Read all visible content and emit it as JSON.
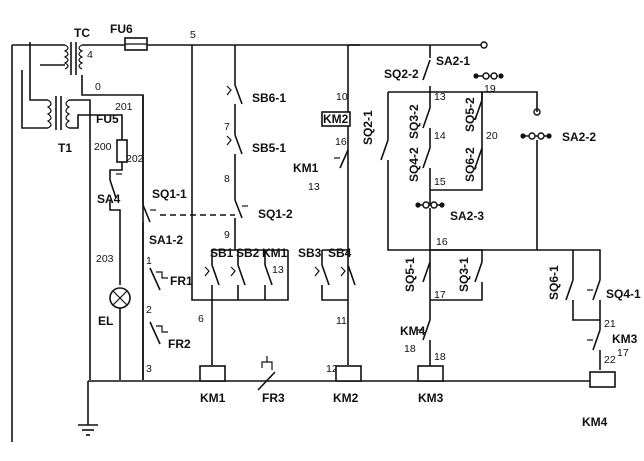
{
  "labels": {
    "tc": "TC",
    "t1": "T1",
    "fu6": "FU6",
    "fu5": "FU5",
    "sa4": "SA4",
    "el": "EL",
    "sa1_2": "SA1-2",
    "fr1": "FR1",
    "fr2": "FR2",
    "sq1_1": "SQ1-1",
    "sq1_2": "SQ1-2",
    "sb6_1": "SB6-1",
    "sb5_1": "SB5-1",
    "sb1": "SB1",
    "sb2": "SB2",
    "km1_contact": "KM1",
    "sb3": "SB3",
    "sb4": "SB4",
    "km1_side": "KM1",
    "km2_box": "KM2",
    "sq2_1": "SQ2-1",
    "sq2_2": "SQ2-2",
    "sq3_2": "SQ3-2",
    "sq4_2": "SQ4-2",
    "sq5_2": "SQ5-2",
    "sq6_2": "SQ6-2",
    "sa2_1": "SA2-1",
    "sa2_2": "SA2-2",
    "sa2_3": "SA2-3",
    "sq5_1": "SQ5-1",
    "sq3_1": "SQ3-1",
    "sq6_1": "SQ6-1",
    "sq4_1": "SQ4-1",
    "km4_contact": "KM4",
    "km3_contact": "KM3",
    "km1_coil": "KM1",
    "fr3": "FR3",
    "km2_coil": "KM2",
    "km3_coil": "KM3",
    "km4_coil": "KM4"
  },
  "nodes": {
    "n4": "4",
    "n0": "0",
    "n5": "5",
    "n201": "201",
    "n200": "200",
    "n202": "202",
    "n203": "203",
    "n1": "1",
    "n2": "2",
    "n3": "3",
    "n6": "6",
    "n7": "7",
    "n8": "8",
    "n9": "9",
    "n13a": "13",
    "n13b": "13",
    "n16a": "16",
    "n10": "10",
    "n11": "11",
    "n12": "12",
    "n13c": "13",
    "n14": "14",
    "n15": "15",
    "n19": "19",
    "n20": "20",
    "n16b": "16",
    "n17a": "17",
    "n18a": "18",
    "n18b": "18",
    "n21": "21",
    "n17b": "17",
    "n22": "22"
  }
}
